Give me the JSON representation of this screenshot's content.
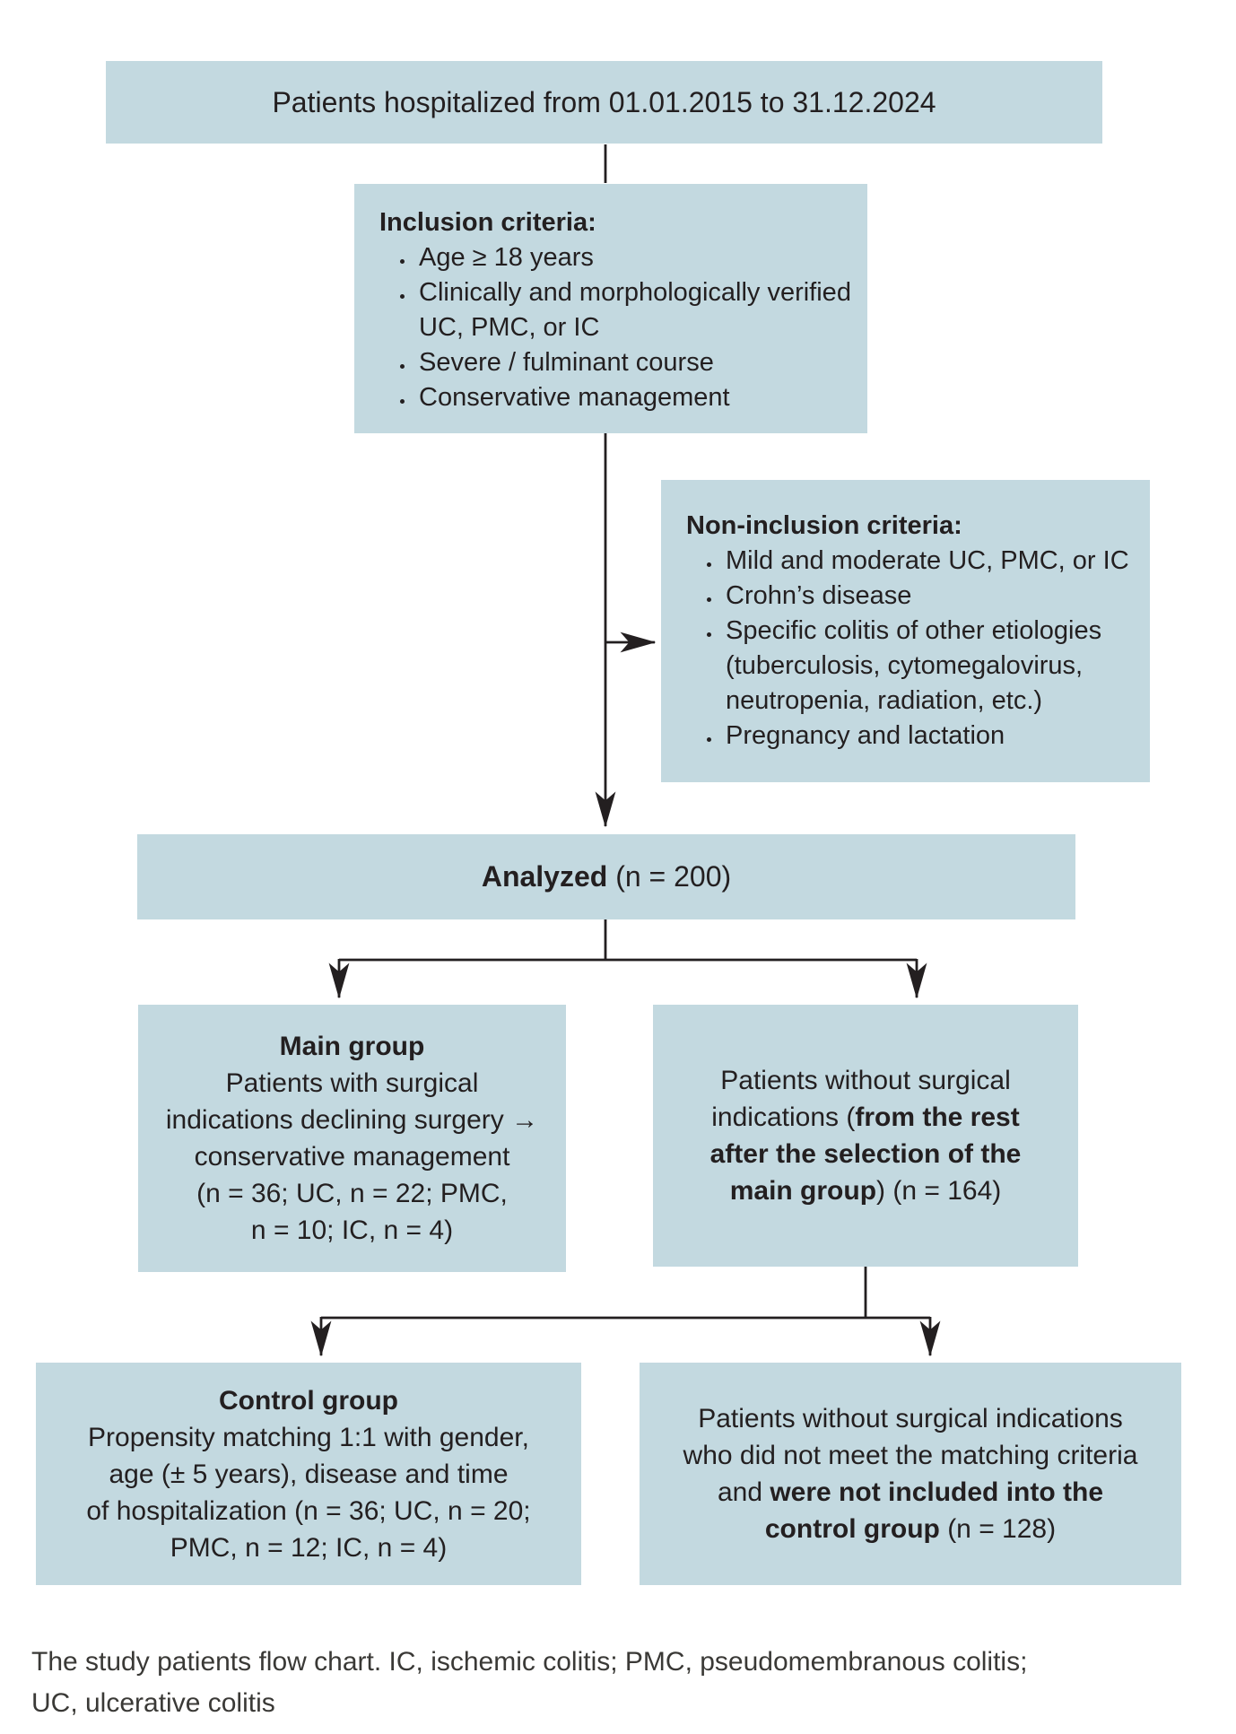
{
  "colors": {
    "box_fill": "#c3d9e0",
    "text": "#231f20",
    "arrow": "#231f20",
    "background": "#ffffff"
  },
  "title_box": {
    "text": "Patients hospitalized from 01.01.2015 to 31.12.2024"
  },
  "inclusion": {
    "title": "Inclusion criteria:",
    "items": [
      "Age ≥ 18 years",
      "Clinically and morphologically verified UC, PMC, or IC",
      "Severe / fulminant course",
      "Conservative management"
    ]
  },
  "non_inclusion": {
    "title": "Non-inclusion criteria:",
    "items": [
      "Mild and moderate UC, PMC, or IC",
      "Crohn’s disease",
      "Specific colitis of other etiologies (tuberculosis, cytomegalovirus, neutropenia, radiation, etc.)",
      "Pregnancy and lactation"
    ]
  },
  "analyzed": {
    "label_bold": "Analyzed",
    "label_rest": " (n = 200)"
  },
  "main_group": {
    "title": "Main group",
    "line1": "Patients with surgical",
    "line2": "indications declining surgery →",
    "line3": "conservative management",
    "line4": "(n = 36; UC, n = 22; PMC,",
    "line5": "n = 10; IC, n = 4)"
  },
  "right_group": {
    "line1": "Patients without surgical",
    "line2_regular": "indications (",
    "line2_bold": "from the rest",
    "line3_bold": "after the selection of the",
    "line4_bold": "main group",
    "line4_regular": ") (n = 164)"
  },
  "control_group": {
    "title": "Control group",
    "line1": "Propensity matching 1:1 with gender,",
    "line2": "age (± 5 years), disease and time",
    "line3": "of hospitalization (n = 36; UC, n = 20;",
    "line4": "PMC, n = 12; IC, n = 4)"
  },
  "excluded_group": {
    "line1": "Patients without surgical indications",
    "line2": "who did not meet the matching criteria",
    "line3_regular": "and ",
    "line3_bold": "were not included into the",
    "line4_bold": "control group",
    "line4_regular": " (n = 128)"
  },
  "caption": {
    "line1": "The study patients flow chart. IC, ischemic colitis; PMC, pseudomembranous colitis;",
    "line2": "UC, ulcerative colitis"
  }
}
